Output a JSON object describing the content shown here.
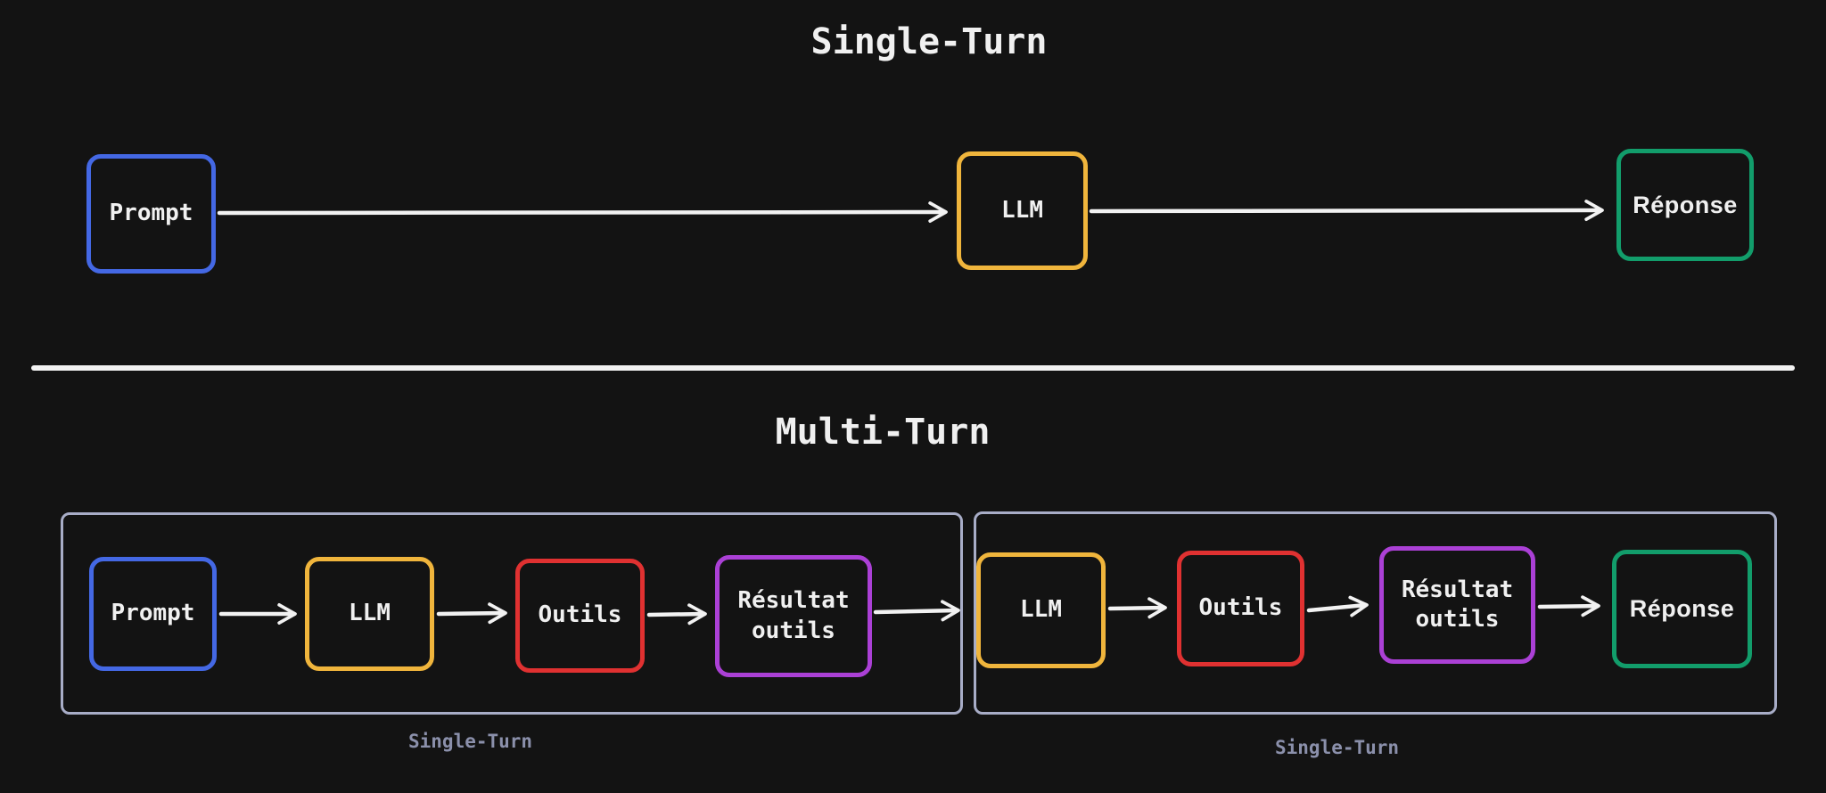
{
  "background": "#131313",
  "colors": {
    "bg": "#131313",
    "blue": "#4468e4",
    "yellow": "#f0b53c",
    "red": "#e03131",
    "purple": "#ab40d6",
    "green": "#129d6b",
    "group_border": "#a8adc7",
    "caption": "#8b90ab",
    "arrow": "#f2f2f2",
    "divider": "#f2f2f2",
    "text": "#f0f0f0"
  },
  "single_turn": {
    "title": "Single-Turn",
    "nodes": [
      {
        "id": "prompt",
        "label": "Prompt",
        "color": "blue"
      },
      {
        "id": "llm",
        "label": "LLM",
        "color": "yellow"
      },
      {
        "id": "reponse",
        "label": "Réponse",
        "color": "green"
      }
    ]
  },
  "multi_turn": {
    "title": "Multi-Turn",
    "groups": [
      {
        "caption": "Single-Turn",
        "nodes": [
          {
            "id": "prompt",
            "label": "Prompt",
            "color": "blue"
          },
          {
            "id": "llm",
            "label": "LLM",
            "color": "yellow"
          },
          {
            "id": "outils",
            "label": "Outils",
            "color": "red"
          },
          {
            "id": "resultat-outils",
            "label": "Résultat outils",
            "color": "purple"
          }
        ]
      },
      {
        "caption": "Single-Turn",
        "nodes": [
          {
            "id": "llm",
            "label": "LLM",
            "color": "yellow"
          },
          {
            "id": "outils",
            "label": "Outils",
            "color": "red"
          },
          {
            "id": "resultat-outils",
            "label": "Résultat outils",
            "color": "purple"
          },
          {
            "id": "reponse",
            "label": "Réponse",
            "color": "green"
          }
        ]
      }
    ]
  }
}
